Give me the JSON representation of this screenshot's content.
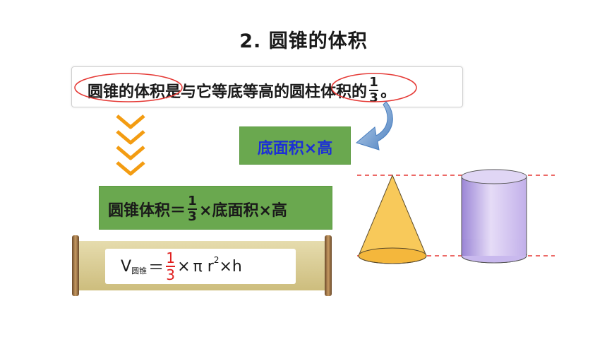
{
  "title": "2. 圆锥的体积",
  "statement": {
    "part1": "圆锥的体积",
    "part2": "是与它等底等高的",
    "part3": "圆柱体积",
    "part4": "的",
    "frac_num": "1",
    "frac_den": "3",
    "end": "。"
  },
  "box1": {
    "text": "底面积×高"
  },
  "box2": {
    "left": "圆锥体积＝",
    "frac_num": "1",
    "frac_den": "3",
    "right": "×底面积×高"
  },
  "formula": {
    "v": "V",
    "sub": "圆锥",
    "eq": "＝",
    "frac_num": "1",
    "frac_den": "3",
    "times1": "×",
    "pi_r": "π r",
    "exp": "2",
    "times2": "×h"
  },
  "colors": {
    "green_box": "#6aa84f",
    "blue_text": "#1c2fd6",
    "red_text": "#e02020",
    "cone": "#f8c95a",
    "cylinder": "#d2c2ef",
    "arrows": "#f39c12",
    "scroll": "#d8c98a"
  }
}
